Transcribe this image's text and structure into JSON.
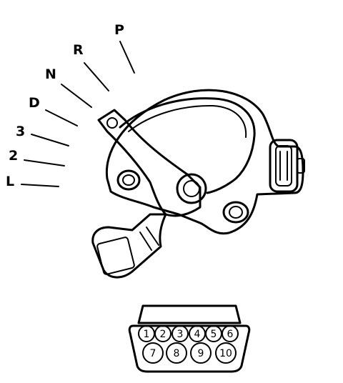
{
  "gear_positions": [
    {
      "label": "P"
    },
    {
      "label": "R"
    },
    {
      "label": "N"
    },
    {
      "label": "D"
    },
    {
      "label": "3"
    },
    {
      "label": "2"
    },
    {
      "label": "L"
    }
  ],
  "connector_pins": [
    {
      "label": "1"
    },
    {
      "label": "2"
    },
    {
      "label": "3"
    },
    {
      "label": "4"
    },
    {
      "label": "5"
    },
    {
      "label": "6"
    },
    {
      "label": "7"
    },
    {
      "label": "8"
    },
    {
      "label": "9"
    },
    {
      "label": "10"
    }
  ]
}
